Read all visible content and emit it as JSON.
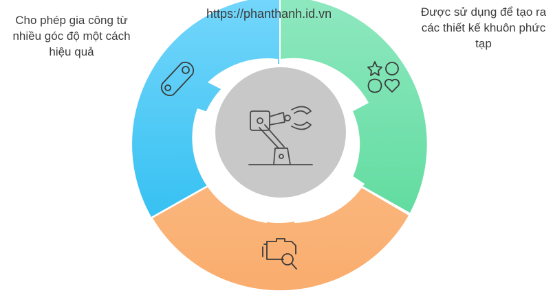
{
  "url": "https://phanthanh.id.vn",
  "captions": {
    "top_left_heading_partial": "",
    "left": "Cho phép gia công từ nhiều góc độ một cách hiệu quả",
    "right": "Được sử dụng để tạo ra các thiết kế khuôn phức tạp"
  },
  "colors": {
    "blue": "#5ecbf6",
    "green": "#7ee3b0",
    "orange": "#fbb67c",
    "center": "#c8c8c8",
    "stroke": "#4a4a4a"
  },
  "icons": {
    "center": "robotic-arm-icon",
    "blue": "belt-pulley-icon",
    "green": "shapes-icon",
    "orange": "engine-inspection-icon"
  }
}
